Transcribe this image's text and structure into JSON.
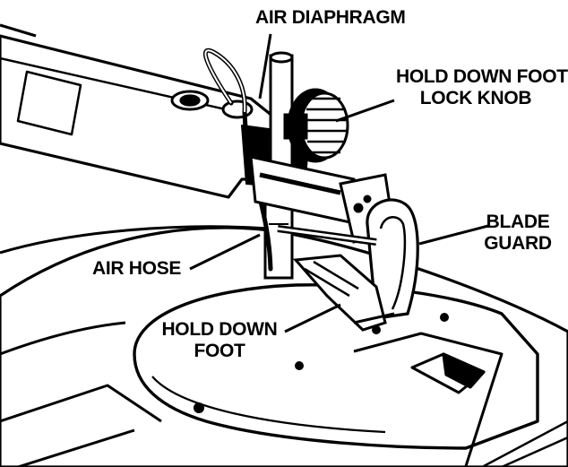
{
  "figure": {
    "ink_color": "#000000",
    "paper_color": "#ffffff",
    "labels": {
      "air_diaphragm": "AIR DIAPHRAGM",
      "hold_down_foot_lock_knob": [
        "HOLD DOWN FOOT",
        "LOCK KNOB"
      ],
      "blade_guard": [
        "BLADE",
        "GUARD"
      ],
      "air_hose": "AIR HOSE",
      "hold_down_foot": [
        "HOLD DOWN",
        "FOOT"
      ]
    }
  }
}
